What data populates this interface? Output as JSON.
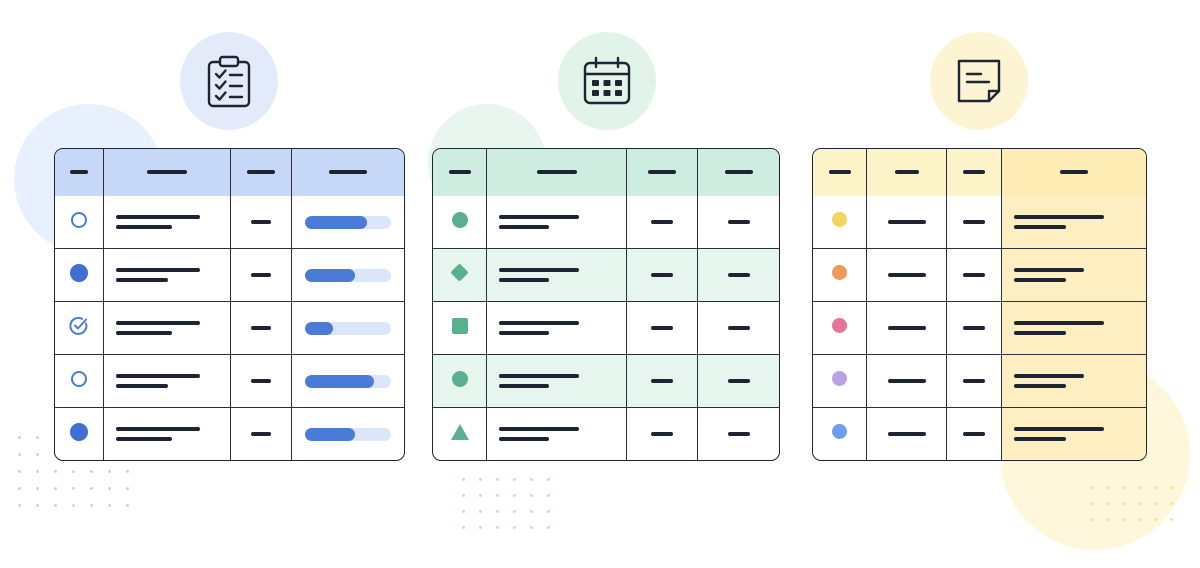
{
  "colors": {
    "blue_header": "#c6d7f7",
    "blue_progress": "#4a7bd6",
    "blue_track": "#dbe6fb",
    "green_header": "#cfece0",
    "green_band": "#e6f6ef",
    "green_shape": "#5aaf8f",
    "yellow_header": "#fdf3c9",
    "yellow_highlight": "#fdefc2",
    "ink": "#1f2433"
  },
  "icons": {
    "tasks": "clipboard-checklist-icon",
    "schedule": "calendar-icon",
    "notes": "sticky-note-icon"
  },
  "tasks_table": {
    "rows": [
      {
        "status": "open",
        "progress": 0.72
      },
      {
        "status": "filled",
        "progress": 0.58
      },
      {
        "status": "done",
        "progress": 0.32
      },
      {
        "status": "open",
        "progress": 0.8
      },
      {
        "status": "filled",
        "progress": 0.58
      }
    ]
  },
  "schedule_table": {
    "rows": [
      {
        "shape": "circle",
        "banded": false
      },
      {
        "shape": "diamond",
        "banded": true
      },
      {
        "shape": "square",
        "banded": false
      },
      {
        "shape": "circle",
        "banded": true
      },
      {
        "shape": "triangle",
        "banded": false
      }
    ]
  },
  "notes_table": {
    "rows": [
      {
        "dot_color": "#f4d35e"
      },
      {
        "dot_color": "#ef9a5a"
      },
      {
        "dot_color": "#e8739b"
      },
      {
        "dot_color": "#b9a3e6"
      },
      {
        "dot_color": "#6d9cf0"
      }
    ]
  }
}
